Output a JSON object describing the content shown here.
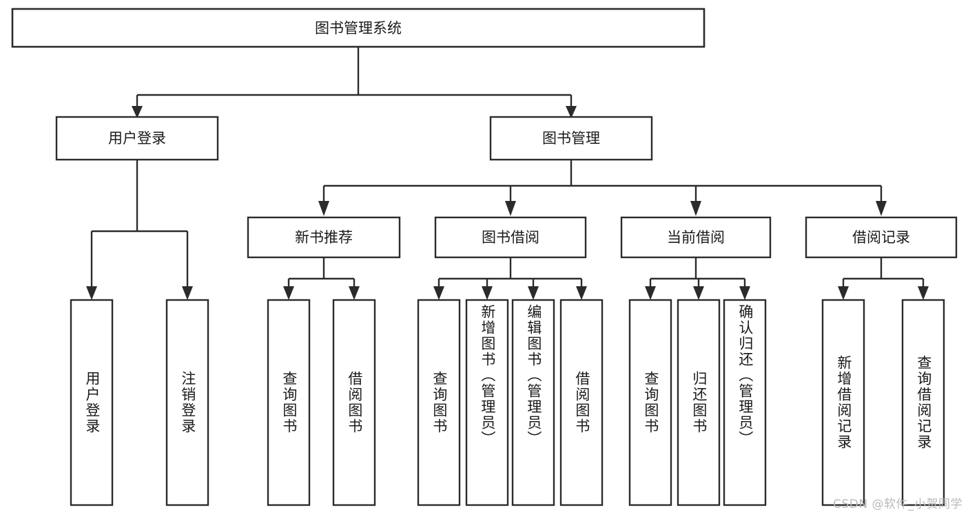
{
  "diagram": {
    "type": "hierarchy-tree",
    "title": "图书管理系统",
    "orientation": "top-down",
    "colors": {
      "box_stroke": "#2b2b2b",
      "box_fill": "#ffffff",
      "text": "#1a1a1a",
      "background": "#ffffff",
      "watermark": "#b9b9b9"
    },
    "root": {
      "label": "图书管理系统"
    },
    "level2": [
      {
        "label": "用户登录"
      },
      {
        "label": "图书管理"
      }
    ],
    "level3": [
      {
        "label": "新书推荐"
      },
      {
        "label": "图书借阅"
      },
      {
        "label": "当前借阅"
      },
      {
        "label": "借阅记录"
      }
    ],
    "leaves": {
      "user_login": [
        {
          "label": "用户登录"
        },
        {
          "label": "注销登录"
        }
      ],
      "new_book_recommend": [
        {
          "label": "查询图书"
        },
        {
          "label": "借阅图书"
        }
      ],
      "book_borrow": [
        {
          "label": "查询图书"
        },
        {
          "label": "新增图书（管理员）"
        },
        {
          "label": "编辑图书（管理员）"
        },
        {
          "label": "借阅图书"
        }
      ],
      "current_borrow": [
        {
          "label": "查询图书"
        },
        {
          "label": "归还图书"
        },
        {
          "label": "确认归还（管理员）"
        }
      ],
      "borrow_record": [
        {
          "label": "新增借阅记录"
        },
        {
          "label": "查询借阅记录"
        }
      ]
    }
  },
  "watermark": {
    "text": "CSDN @软件_小贺同学"
  }
}
